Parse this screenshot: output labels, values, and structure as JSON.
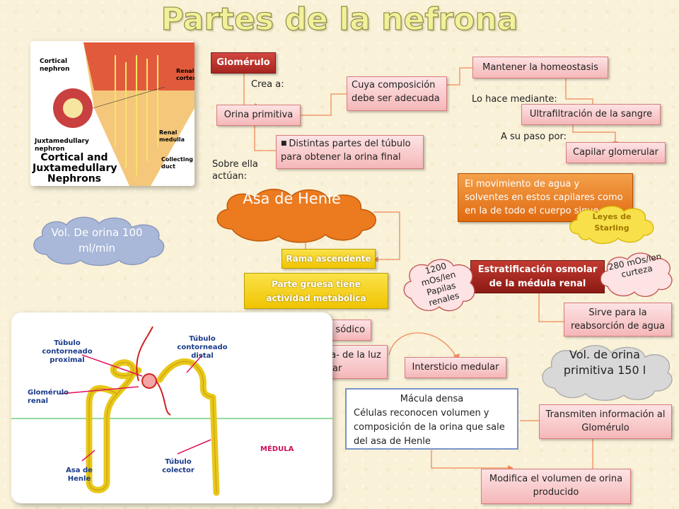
{
  "title": "Partes de la nefrona",
  "nodes": {
    "glomerulo": "Glomérulo",
    "crea_a": "Crea a:",
    "orina_primitiva": "Orina primitiva",
    "cuya_composicion": "Cuya composición debe ser adecuada",
    "mantener_homeostasis": "Mantener la homeostasis",
    "lo_hace_mediante": "Lo hace mediante:",
    "ultrafiltracion": "Ultrafiltración de la sangre",
    "a_su_paso_por": "A su paso por:",
    "capilar_glomerular": "Capilar glomerular",
    "distintas_partes": "Distintas partes del túbulo para obtener la orina final",
    "sobre_ella_actuan": "Sobre ella actúan:",
    "asa_de_henle": "Asa de Henle",
    "movimiento_agua": "El movimiento de agua y solventes en estos capilares como en la de todo el cuerpo sigue a:",
    "leyes_starling": "Leyes de Starling",
    "vol_orina": "Vol. De orina 100 ml/min",
    "rama_ascendente": "Rama ascendente",
    "parte_gruesa": "Parte gruesa tiene actividad metabólica",
    "estratificacion": "Estratificación osmolar de la médula renal",
    "papilas": "1200 mOs/len Papilas renales",
    "corteza": "280 mOs/len curteza",
    "sirve_para": "Sirve para la reabsorción de agua",
    "transporta": "Transporta cloruro sódico",
    "desde_la_orina": "Desde la orina- de la luz tubular",
    "intersticio": "Intersticio medular",
    "vol_orina_primitiva": "Vol. de orina primitiva 150 l",
    "macula_title": "Mácula densa",
    "macula_body": "Células reconocen volumen y composición de la orina que sale del asa de Henle",
    "transmiten": "Transmiten información al Glomérulo",
    "modifica": "Modifica el volumen de orina producido"
  },
  "top_image": {
    "labels": {
      "cortical_nephron": "Cortical nephron",
      "renal_cortex": "Renal cortex",
      "juxtamedullary": "Juxtamedullary nephron",
      "renal_medulla": "Renal medulla",
      "collecting_duct": "Collecting duct",
      "caption": "Cortical and Juxtamedullary Nephrons"
    }
  },
  "bottom_image": {
    "labels": {
      "tubulo_proximal": "Túbulo contorneado proximal",
      "tubulo_distal": "Túbulo contorneado distal",
      "glomerulo_renal": "Glomérulo renal",
      "medula": "MÉDULA",
      "asa_henle": "Asa de Henle",
      "tubulo_colector": "Túbulo colector"
    }
  },
  "colors": {
    "connector": "#f08a5a",
    "pink_box": "#f5b7b9",
    "red_box": "#b8302a",
    "orange": "#e06a10",
    "yellow": "#f0c400",
    "cloud_blue": "#a9b7d8",
    "cloud_gray": "#d8d8d8",
    "cloud_yellow": "#f7e04a"
  }
}
